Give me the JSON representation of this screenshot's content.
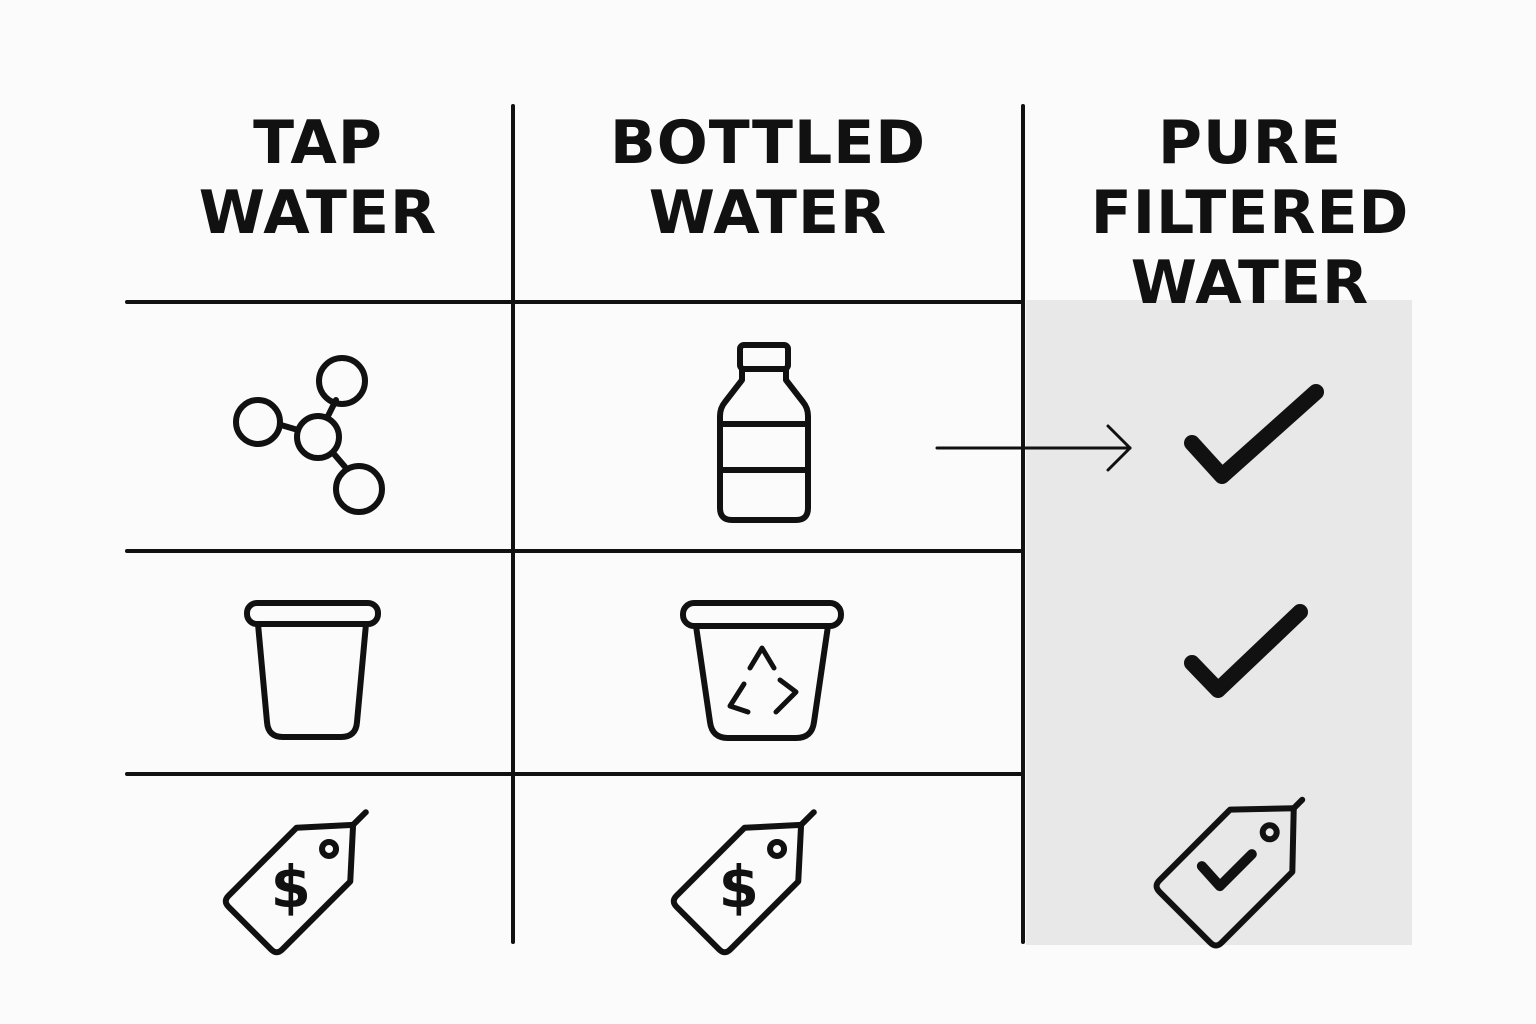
{
  "columns": [
    {
      "key": "tap",
      "line1": "TAP",
      "line2": "WATER"
    },
    {
      "key": "bottled",
      "line1": "BOTTLED",
      "line2": "WATER"
    },
    {
      "key": "pure",
      "line1": "PURE",
      "line2": "FILTERED",
      "line3": "WATER"
    }
  ],
  "rows": [
    {
      "tap": "molecule-icon",
      "bottled": "water-bottle-icon",
      "pure": "checkmark-icon"
    },
    {
      "tap": "cup-icon",
      "bottled": "recycle-bin-icon",
      "pure": "checkmark-icon"
    },
    {
      "tap": "price-tag-dollar-icon",
      "bottled": "price-tag-dollar-icon",
      "pure": "price-tag-check-icon"
    }
  ],
  "colors": {
    "background": "#fbfbfb",
    "stroke": "#111111",
    "highlight": "#e8e8e8"
  }
}
